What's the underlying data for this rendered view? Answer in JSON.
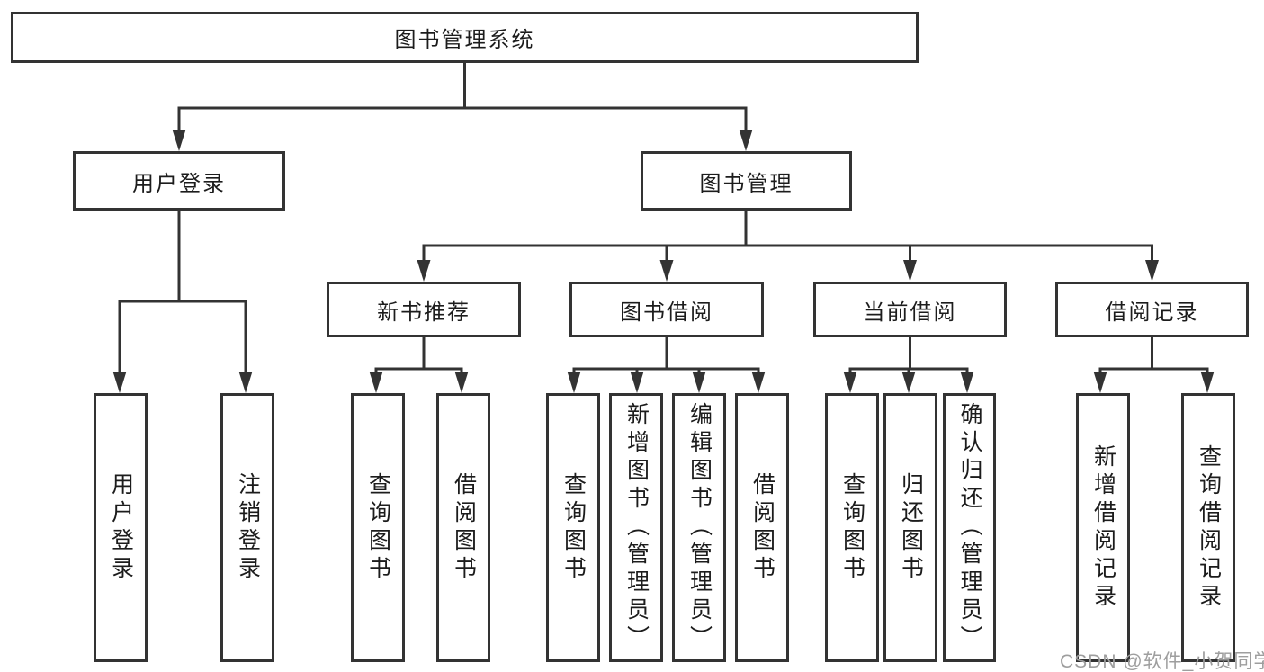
{
  "diagram_title": "图书管理系统",
  "colors": {
    "line": "#333333",
    "text": "#1c1c1c",
    "watermark": "#9e9e9e",
    "background": "#ffffff"
  },
  "tree": {
    "root": {
      "label": "图书管理系统"
    },
    "branches": [
      {
        "label": "用户登录",
        "children": [
          {
            "label": "用户登录"
          },
          {
            "label": "注销登录"
          }
        ]
      },
      {
        "label": "图书管理",
        "children": [
          {
            "label": "新书推荐",
            "children": [
              {
                "label": "查询图书"
              },
              {
                "label": "借阅图书"
              }
            ]
          },
          {
            "label": "图书借阅",
            "children": [
              {
                "label": "查询图书"
              },
              {
                "label": "新增图书（管理员）"
              },
              {
                "label": "编辑图书（管理员）"
              },
              {
                "label": "借阅图书"
              }
            ]
          },
          {
            "label": "当前借阅",
            "children": [
              {
                "label": "查询图书"
              },
              {
                "label": "归还图书"
              },
              {
                "label": "确认归还（管理员）"
              }
            ]
          },
          {
            "label": "借阅记录",
            "children": [
              {
                "label": "新增借阅记录"
              },
              {
                "label": "查询借阅记录"
              }
            ]
          }
        ]
      }
    ]
  },
  "watermark": {
    "text": "CSDN @软件_小贺同学"
  }
}
